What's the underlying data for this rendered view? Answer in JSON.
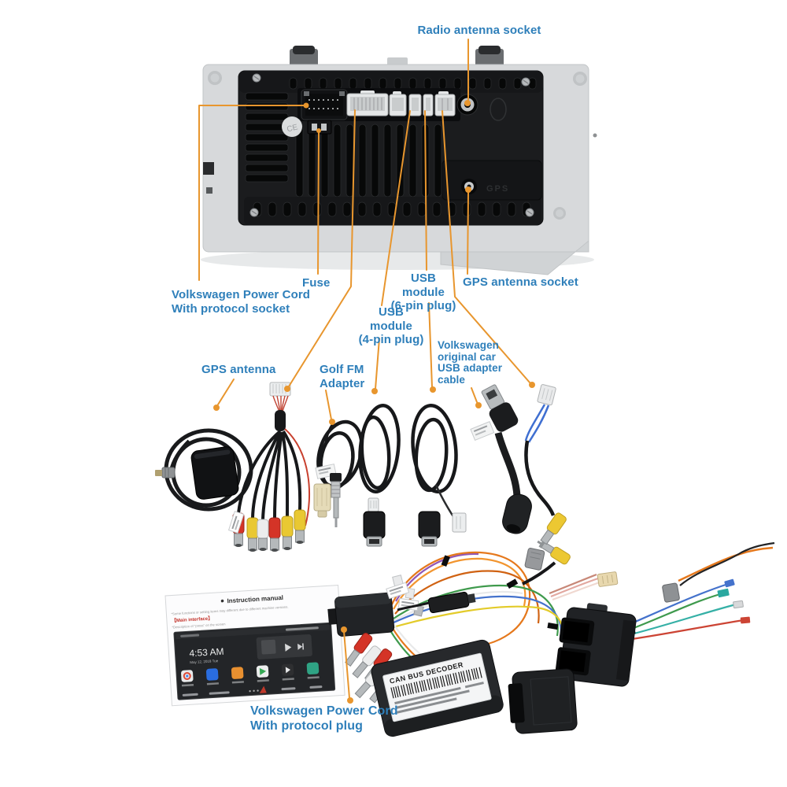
{
  "colors": {
    "label_text": "#2e7fba",
    "leader_line": "#e8962e"
  },
  "callouts": {
    "radio_antenna_socket": "Radio antenna socket",
    "vw_power_cord_socket": [
      "Volkswagen Power Cord",
      "With protocol socket"
    ],
    "fuse": "Fuse",
    "usb_module_6pin": [
      "USB module",
      "(6-pin plug)"
    ],
    "usb_module_4pin": [
      "USB module",
      "(4-pin plug)"
    ],
    "gps_antenna_socket": "GPS antenna socket",
    "gps_antenna": "GPS antenna",
    "golf_fm_adapter": [
      "Golf FM",
      "Adapter"
    ],
    "vw_original_usb_cable": [
      "Volkswagen",
      "original car",
      "USB adapter",
      "cable"
    ],
    "vw_power_cord_plug": [
      "Volkswagen Power Cord",
      "With protocol plug"
    ]
  },
  "device_markings": {
    "ce_mark": "CE",
    "gps_port": "GPS"
  },
  "canbus_decoder": {
    "label_title": "CAN BUS DECODER"
  },
  "manual_page": {
    "title": "Instruction manual",
    "note": "*Some functions or setting items may different due to different machine versions.",
    "section_heading": "【Main interface】",
    "subnote": "*Description of \"press\" on the screen",
    "clock_time": "4:53 AM",
    "clock_date": "May 12, 2018  Tue"
  }
}
